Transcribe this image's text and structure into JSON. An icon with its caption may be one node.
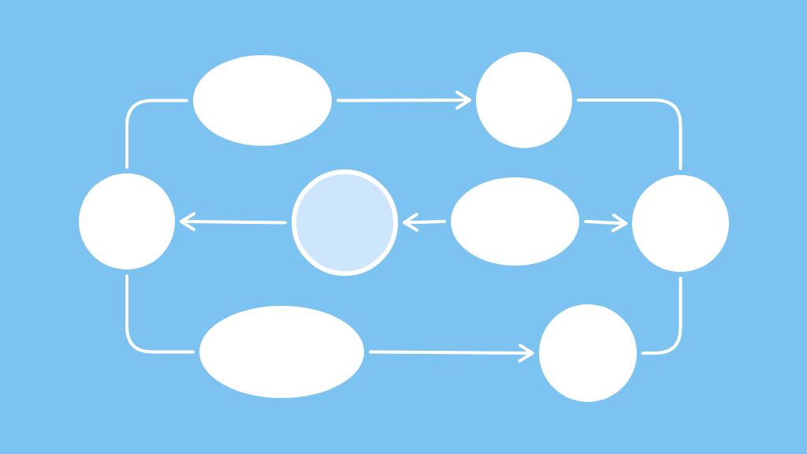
{
  "diagram": {
    "nodes": [
      {
        "text": [],
        "shape": "ellipse"
      },
      {
        "text": [],
        "shape": "circle"
      },
      {
        "text": [],
        "shape": "circle"
      },
      {
        "text": [],
        "shape": "circle"
      },
      {
        "text": [],
        "shape": "ellipse"
      },
      {
        "text": [],
        "shape": "circle"
      },
      {
        "text": [],
        "shape": "ellipse"
      },
      {
        "text": [],
        "shape": "circle"
      }
    ],
    "edges": [
      {
        "from": 0,
        "to": 1,
        "arrow": "to"
      },
      {
        "from": 1,
        "to": 5,
        "arrow": "none"
      },
      {
        "from": 0,
        "to": 2,
        "arrow": "none"
      },
      {
        "from": 3,
        "to": 2,
        "arrow": "to"
      },
      {
        "from": 4,
        "to": 3,
        "arrow": "to"
      },
      {
        "from": 4,
        "to": 5,
        "arrow": "to"
      },
      {
        "from": 2,
        "to": 6,
        "arrow": "none"
      },
      {
        "from": 6,
        "to": 7,
        "arrow": "to"
      },
      {
        "from": 7,
        "to": 5,
        "arrow": "none"
      }
    ]
  }
}
